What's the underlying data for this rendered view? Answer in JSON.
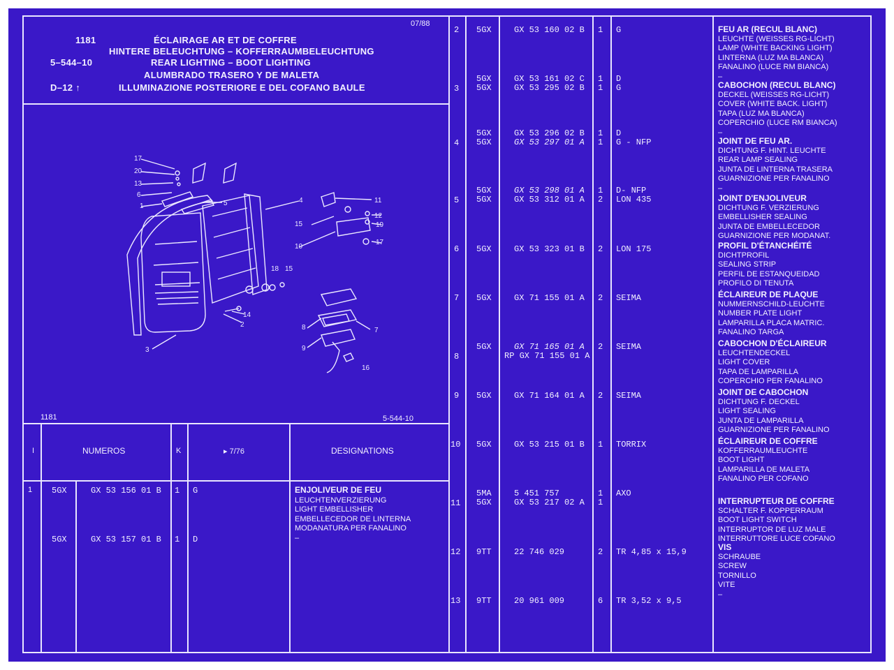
{
  "title": {
    "date": "07/88",
    "catalog_number": "1181",
    "ref_code": "5–544–10",
    "group_code": "D–12",
    "lines": [
      "ÉCLAIRAGE AR ET DE COFFRE",
      "HINTERE BELEUCHTUNG – KOFFERRAUMBELEUCHTUNG",
      "REAR LIGHTING – BOOT LIGHTING",
      "ALUMBRADO TRASERO Y DE MALETA",
      "ILLUMINAZIONE POSTERIORE E DEL COFANO BAULE"
    ]
  },
  "figure": {
    "number": "1181",
    "ref": "5-544-10"
  },
  "left_table": {
    "headers": [
      "I",
      "NUMEROS",
      "K",
      "7/76",
      "DESIGNATIONS"
    ],
    "rows": [
      {
        "index": "1",
        "prefix": "5GX",
        "number": "GX 53 156 01 B",
        "qty": "1",
        "note": "G",
        "desc": [
          "ENJOLIVEUR DE FEU",
          "LEUCHTENVERZIERUNG",
          "LIGHT EMBELLISHER",
          "EMBELLECEDOR DE LINTERNA",
          "MODANATURA PER FANALINO",
          "–"
        ]
      },
      {
        "index": "",
        "prefix": "5GX",
        "number": "GX 53 157 01 B",
        "qty": "1",
        "note": "D"
      }
    ]
  },
  "right_table": {
    "rows": [
      {
        "index": "2",
        "parts": [
          {
            "prefix": "5GX",
            "number": "GX 53 160 02 B",
            "qty": "1",
            "note": "G",
            "italic": false
          }
        ],
        "desc": [
          "FEU AR (RECUL BLANC)",
          "LEUCHTE (WEISSES RG-LICHT)",
          "LAMP (WHITE BACKING LIGHT)",
          "LINTERNA (LUZ MA BLANCA)",
          "FANALINO (LUCE RM BIANCA)",
          "–"
        ]
      },
      {
        "index": "3",
        "parts": [
          {
            "prefix": "5GX",
            "number": "GX 53 161 02 C",
            "qty": "1",
            "note": "D",
            "italic": false
          },
          {
            "prefix": "5GX",
            "number": "GX 53 295 02 B",
            "qty": "1",
            "note": "G",
            "italic": false
          }
        ],
        "desc": [
          "CABOCHON (RECUL BLANC)",
          "DECKEL (WEISSES RG-LICHT)",
          "COVER (WHITE BACK. LIGHT)",
          "TAPA (LUZ MA BLANCA)",
          "COPERCHIO (LUCE RM BIANCA)",
          "–"
        ]
      },
      {
        "index": "4",
        "parts": [
          {
            "prefix": "5GX",
            "number": "GX 53 296 02 B",
            "qty": "1",
            "note": "D",
            "italic": false
          },
          {
            "prefix": "5GX",
            "number": "GX 53 297 01 A",
            "qty": "1",
            "note": "G - NFP",
            "italic": true
          }
        ],
        "desc": [
          "JOINT DE FEU AR.",
          "DICHTUNG F. HINT. LEUCHTE",
          "REAR LAMP SEALING",
          "JUNTA DE LINTERNA TRASERA",
          "GUARNIZIONE PER FANALINO",
          "–"
        ]
      },
      {
        "index": "5",
        "parts": [
          {
            "prefix": "5GX",
            "number": "GX 53 298 01 A",
            "qty": "1",
            "note": "D- NFP",
            "italic": true
          },
          {
            "prefix": "5GX",
            "number": "GX 53 312 01 A",
            "qty": "2",
            "note": "LON 435",
            "italic": false
          }
        ],
        "desc": [
          "JOINT D'ENJOLIVEUR",
          "DICHTUNG F. VERZIERUNG",
          "EMBELLISHER SEALING",
          "JUNTA DE EMBELLECEDOR",
          "GUARNIZIONE PER MODANAT."
        ]
      },
      {
        "index": "6",
        "parts": [
          {
            "prefix": "5GX",
            "number": "GX 53 323 01 B",
            "qty": "2",
            "note": "LON 175",
            "italic": false
          }
        ],
        "desc": [
          "PROFIL D'ÉTANCHÉITÉ",
          "DICHTPROFIL",
          "SEALING STRIP",
          "PERFIL DE ESTANQUEIDAD",
          "PROFILO DI TENUTA"
        ]
      },
      {
        "index": "7",
        "parts": [
          {
            "prefix": "5GX",
            "number": "GX 71 155 01 A",
            "qty": "2",
            "note": "SEIMA",
            "italic": false
          }
        ],
        "desc": [
          "ÉCLAIREUR DE PLAQUE",
          "NUMMERNSCHILD-LEUCHTE",
          "NUMBER PLATE LIGHT",
          "LAMPARILLA PLACA MATRIC.",
          "FANALINO TARGA"
        ]
      },
      {
        "index": "8",
        "parts": [
          {
            "prefix": "5GX",
            "number": "GX 71 165 01 A",
            "qty": "2",
            "note": "SEIMA",
            "italic": true
          },
          {
            "prefix": "",
            "number": "RP GX 71 155 01 A",
            "qty": "",
            "note": "",
            "italic": false
          }
        ],
        "desc": [
          "CABOCHON D'ÉCLAIREUR",
          "LEUCHTENDECKEL",
          "LIGHT COVER",
          "TAPA DE LAMPARILLA",
          "COPERCHIO PER FANALINO"
        ]
      },
      {
        "index": "9",
        "parts": [
          {
            "prefix": "5GX",
            "number": "GX 71 164 01 A",
            "qty": "2",
            "note": "SEIMA",
            "italic": false
          }
        ],
        "desc": [
          "JOINT DE CABOCHON",
          "DICHTUNG F. DECKEL",
          "LIGHT SEALING",
          "JUNTA DE LAMPARILLA",
          "GUARNIZIONE PER FANALINO"
        ]
      },
      {
        "index": "10",
        "parts": [
          {
            "prefix": "5GX",
            "number": "GX 53 215 01 B",
            "qty": "1",
            "note": "TORRIX",
            "italic": false
          }
        ],
        "desc": [
          "ÉCLAIREUR DE COFFRE",
          "KOFFERRAUMLEUCHTE",
          "BOOT LIGHT",
          "LAMPARILLA DE MALETA",
          "FANALINO PER COFANO"
        ]
      },
      {
        "index": "11",
        "parts": [
          {
            "prefix": "5MA",
            "number": "5 451 757",
            "qty": "1",
            "note": "AXO",
            "italic": false
          },
          {
            "prefix": "5GX",
            "number": "GX 53 217 02 A",
            "qty": "1",
            "note": "",
            "italic": false
          }
        ],
        "desc": [
          "INTERRUPTEUR DE COFFRE",
          "SCHALTER F. KOPPERRAUM",
          "BOOT LIGHT SWITCH",
          "INTERRUPTOR DE LUZ MALE",
          "INTERRUTTORE LUCE COFANO"
        ]
      },
      {
        "index": "12",
        "parts": [
          {
            "prefix": "9TT",
            "number": "22 746 029",
            "qty": "2",
            "note": "TR 4,85 x 15,9",
            "italic": false
          }
        ],
        "desc": [
          "VIS",
          "SCHRAUBE",
          "SCREW",
          "TORNILLO",
          "VITE",
          "–"
        ]
      },
      {
        "index": "13",
        "parts": [
          {
            "prefix": "9TT",
            "number": "20 961 009",
            "qty": "6",
            "note": "TR 3,52 x 9,5",
            "italic": false
          }
        ],
        "desc": []
      }
    ]
  }
}
